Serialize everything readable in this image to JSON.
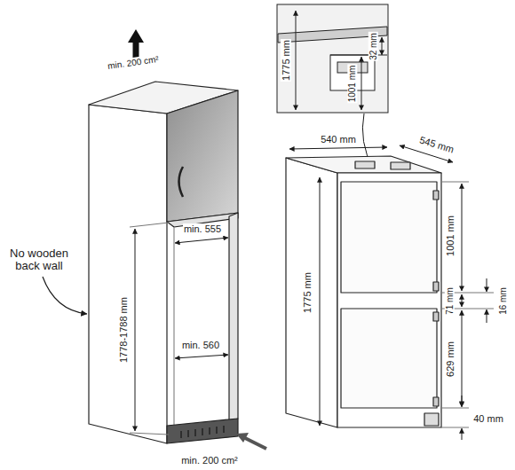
{
  "diagram": {
    "labels": [
      "min. 200 cm²",
      "1775 mm",
      "32 mm",
      "1001 mm",
      "540 mm",
      "545 mm",
      "min. 555",
      "1001 mm",
      "No wooden back wall",
      "16 mm",
      "71 mm",
      "1775 mm",
      "1778-1788 mm",
      "min. 560",
      "629 mm",
      "40 mm",
      "min. 200 cm²"
    ]
  }
}
